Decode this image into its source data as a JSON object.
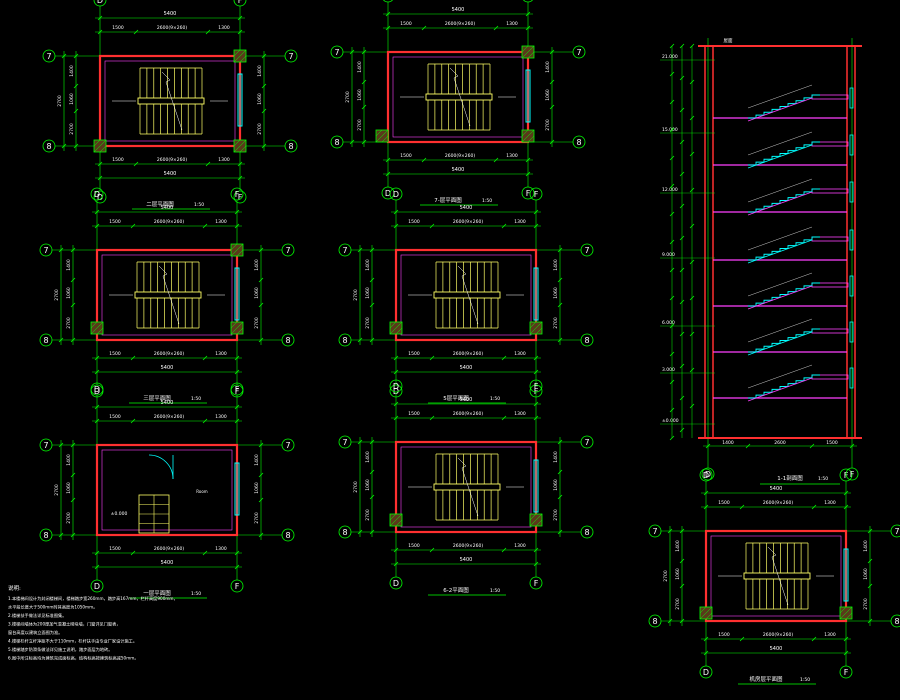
{
  "colors": {
    "background": "#000000",
    "dimension": "#00ff00",
    "wall": "#ff3030",
    "stair": "#ffff66",
    "window": "#00ffff",
    "magenta": "#ff40ff",
    "text": "#ffffff",
    "axis_line": "#ff0000"
  },
  "axes": {
    "left": "D",
    "right": "F",
    "top": "7",
    "bottom": "8"
  },
  "plans": [
    {
      "title": "二层平面图",
      "scale": "1:50",
      "overall": "5400",
      "sub_dims": [
        "1500",
        "2600(9×260)",
        "1300"
      ],
      "side_dims": [
        "2700",
        "1060",
        "1400"
      ]
    },
    {
      "title": "7-层平面图",
      "scale": "1:50",
      "overall": "5400",
      "sub_dims": [
        "1500",
        "2600(9×260)",
        "1300"
      ],
      "side_dims": [
        "2700",
        "1060",
        "1400"
      ]
    },
    {
      "title": "三层平面图",
      "scale": "1:50",
      "overall": "5400",
      "sub_dims": [
        "1500",
        "2600(9×260)",
        "1300"
      ],
      "side_dims": [
        "2700",
        "1060",
        "1400"
      ]
    },
    {
      "title": "5层平面图",
      "scale": "1:50",
      "overall": "5400",
      "sub_dims": [
        "1500",
        "2600(9×260)",
        "1300"
      ],
      "side_dims": [
        "2700",
        "1060",
        "1400"
      ]
    },
    {
      "title": "一层平面图",
      "scale": "1:50",
      "overall": "5400",
      "sub_dims": [
        "1500",
        "2600(9×260)",
        "1300"
      ],
      "side_dims": [
        "2700",
        "1060",
        "1400"
      ],
      "room_label": "Room",
      "elev_label": "±0.000"
    },
    {
      "title": "6-2平面图",
      "scale": "1:50",
      "overall": "5400",
      "sub_dims": [
        "1500",
        "2600(9×260)",
        "1300"
      ],
      "side_dims": [
        "2700",
        "1060",
        "1400"
      ]
    },
    {
      "title": "机房层平面图",
      "scale": "1:50",
      "overall": "5400",
      "sub_dims": [
        "1500",
        "2600(9×260)",
        "1300"
      ],
      "side_dims": [
        "2700",
        "1060",
        "1400"
      ]
    }
  ],
  "section": {
    "title": "1-1剖面图",
    "scale": "1:50",
    "top_label": "屋面",
    "level_labels": [
      "21.000",
      "15.000",
      "12.000",
      "9.000",
      "6.000",
      "3.000",
      "±0.000"
    ],
    "bottom_dims": [
      "1400",
      "2600",
      "1500"
    ]
  },
  "notes": {
    "heading": "说明:",
    "lines": [
      "1.本楼梯间设计为封闭楼梯间，楼梯踏步宽260mm，踏步高167mm，栏杆高度900mm，",
      "  水平段长度大于500mm时其高度为1050mm。",
      "2.楼梯扶手做法详见标准图集。",
      "3.楼梯间墙体为200厚加气混凝土砌块墙，门窗详见门窗表，",
      "  窗台高度以建筑立面图为准。",
      "4.楼梯栏杆立杆净距不大于110mm，栏杆扶手由专业厂家设计施工。",
      "5.楼梯踏步防滑条做法详见施工说明，踏步面层为地砖。",
      "6.图中所注标高均为建筑完成面标高，结构标高按建筑标高减50mm。"
    ]
  }
}
